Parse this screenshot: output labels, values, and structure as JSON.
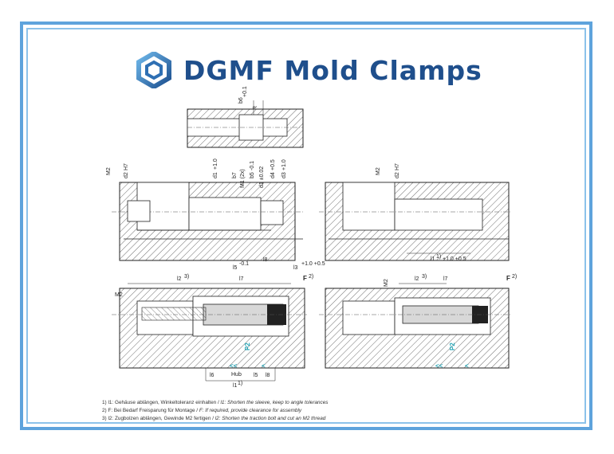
{
  "header": {
    "title": "DGMF Mold Clamps"
  },
  "labels": {
    "b6": "b6",
    "b6_tol": "+0.1",
    "R": "R",
    "M2": "M2",
    "d2": "d2",
    "d2_tol": "H7",
    "b7": "b7",
    "M1": "M1 (2x)",
    "b5": "b5",
    "b5_tol": "-0.1",
    "d1": "d1",
    "d1_tol": "+1.0",
    "d1b_tol": "+1.0",
    "d1_002": "d1 ±0.02",
    "d4": "d4",
    "d4_tol": "+0.5",
    "d3": "d3",
    "d3_tol": "+1.0",
    "l5": "l5",
    "l5_tol": "-0.1",
    "l8": "l8",
    "l3": "l3",
    "l3_tol": "+1.0 +0.5",
    "l1_right": "l1",
    "l1_right_sup": "1)",
    "l1_right_tol": "+1.0 +0.5",
    "l2": "l2",
    "l2_sup": "3)",
    "l7": "l7",
    "F": "F",
    "F_sup": "2)",
    "P2": "P2",
    "arrows_left": "<<",
    "arrow_right": "<",
    "l6": "l6",
    "hub": "Hub",
    "l5b": "l5",
    "l8b": "l8",
    "l1": "l1",
    "l1_sup": "1)"
  },
  "notes": [
    {
      "de": "1) l1: Gehäuse ablängen, Winkeltoleranz einhalten / ",
      "en": "l1: Shorten the sleeve, keep to angle tolerances"
    },
    {
      "de": "2) F: Bei Bedarf Freisparung für Montage / ",
      "en": "F: If required, provide clearance for assembly"
    },
    {
      "de": "3) l2: Zugbolzen ablängen, Gewinde M2 fertigen / ",
      "en": "l2: Shorten the traction bolt and cut an M2 thread"
    }
  ],
  "colors": {
    "frame": "#5ea3dc",
    "brand": "#1f4f8c",
    "accent": "#27a7b8"
  }
}
